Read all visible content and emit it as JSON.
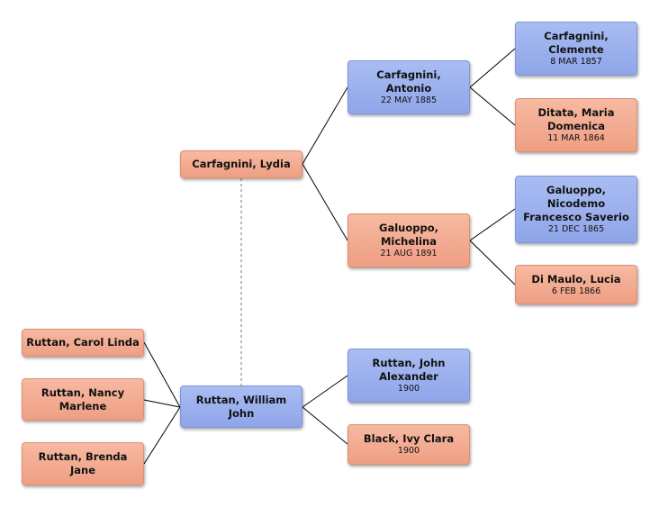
{
  "nodes": {
    "clemente": {
      "name": "Carfagnini,\nClemente",
      "date": "8 MAR 1857",
      "sex": "m"
    },
    "maria": {
      "name": "Ditata, Maria\nDomenica",
      "date": "11 MAR 1864",
      "sex": "f"
    },
    "nicodemo": {
      "name": "Galuoppo,\nNicodemo\nFrancesco Saverio",
      "date": "21 DEC 1865",
      "sex": "m"
    },
    "lucia": {
      "name": "Di Maulo, Lucia",
      "date": "6 FEB 1866",
      "sex": "f"
    },
    "antonio": {
      "name": "Carfagnini,\nAntonio",
      "date": "22 MAY 1885",
      "sex": "m"
    },
    "michelina": {
      "name": "Galuoppo,\nMichelina",
      "date": "21 AUG 1891",
      "sex": "f"
    },
    "lydia": {
      "name": "Carfagnini, Lydia",
      "date": "",
      "sex": "f"
    },
    "william": {
      "name": "Ruttan, William\nJohn",
      "date": "",
      "sex": "m"
    },
    "john": {
      "name": "Ruttan, John\nAlexander",
      "date": "1900",
      "sex": "m"
    },
    "ivy": {
      "name": "Black, Ivy Clara",
      "date": "1900",
      "sex": "f"
    },
    "carol": {
      "name": "Ruttan, Carol Linda",
      "date": "",
      "sex": "f"
    },
    "nancy": {
      "name": "Ruttan, Nancy\nMarlene",
      "date": "",
      "sex": "f"
    },
    "brenda": {
      "name": "Ruttan, Brenda\nJane",
      "date": "",
      "sex": "f"
    }
  },
  "colors": {
    "male": "#9bb0ee",
    "female": "#f2ab90",
    "line": "#000000",
    "spouse_line": "#777777"
  }
}
